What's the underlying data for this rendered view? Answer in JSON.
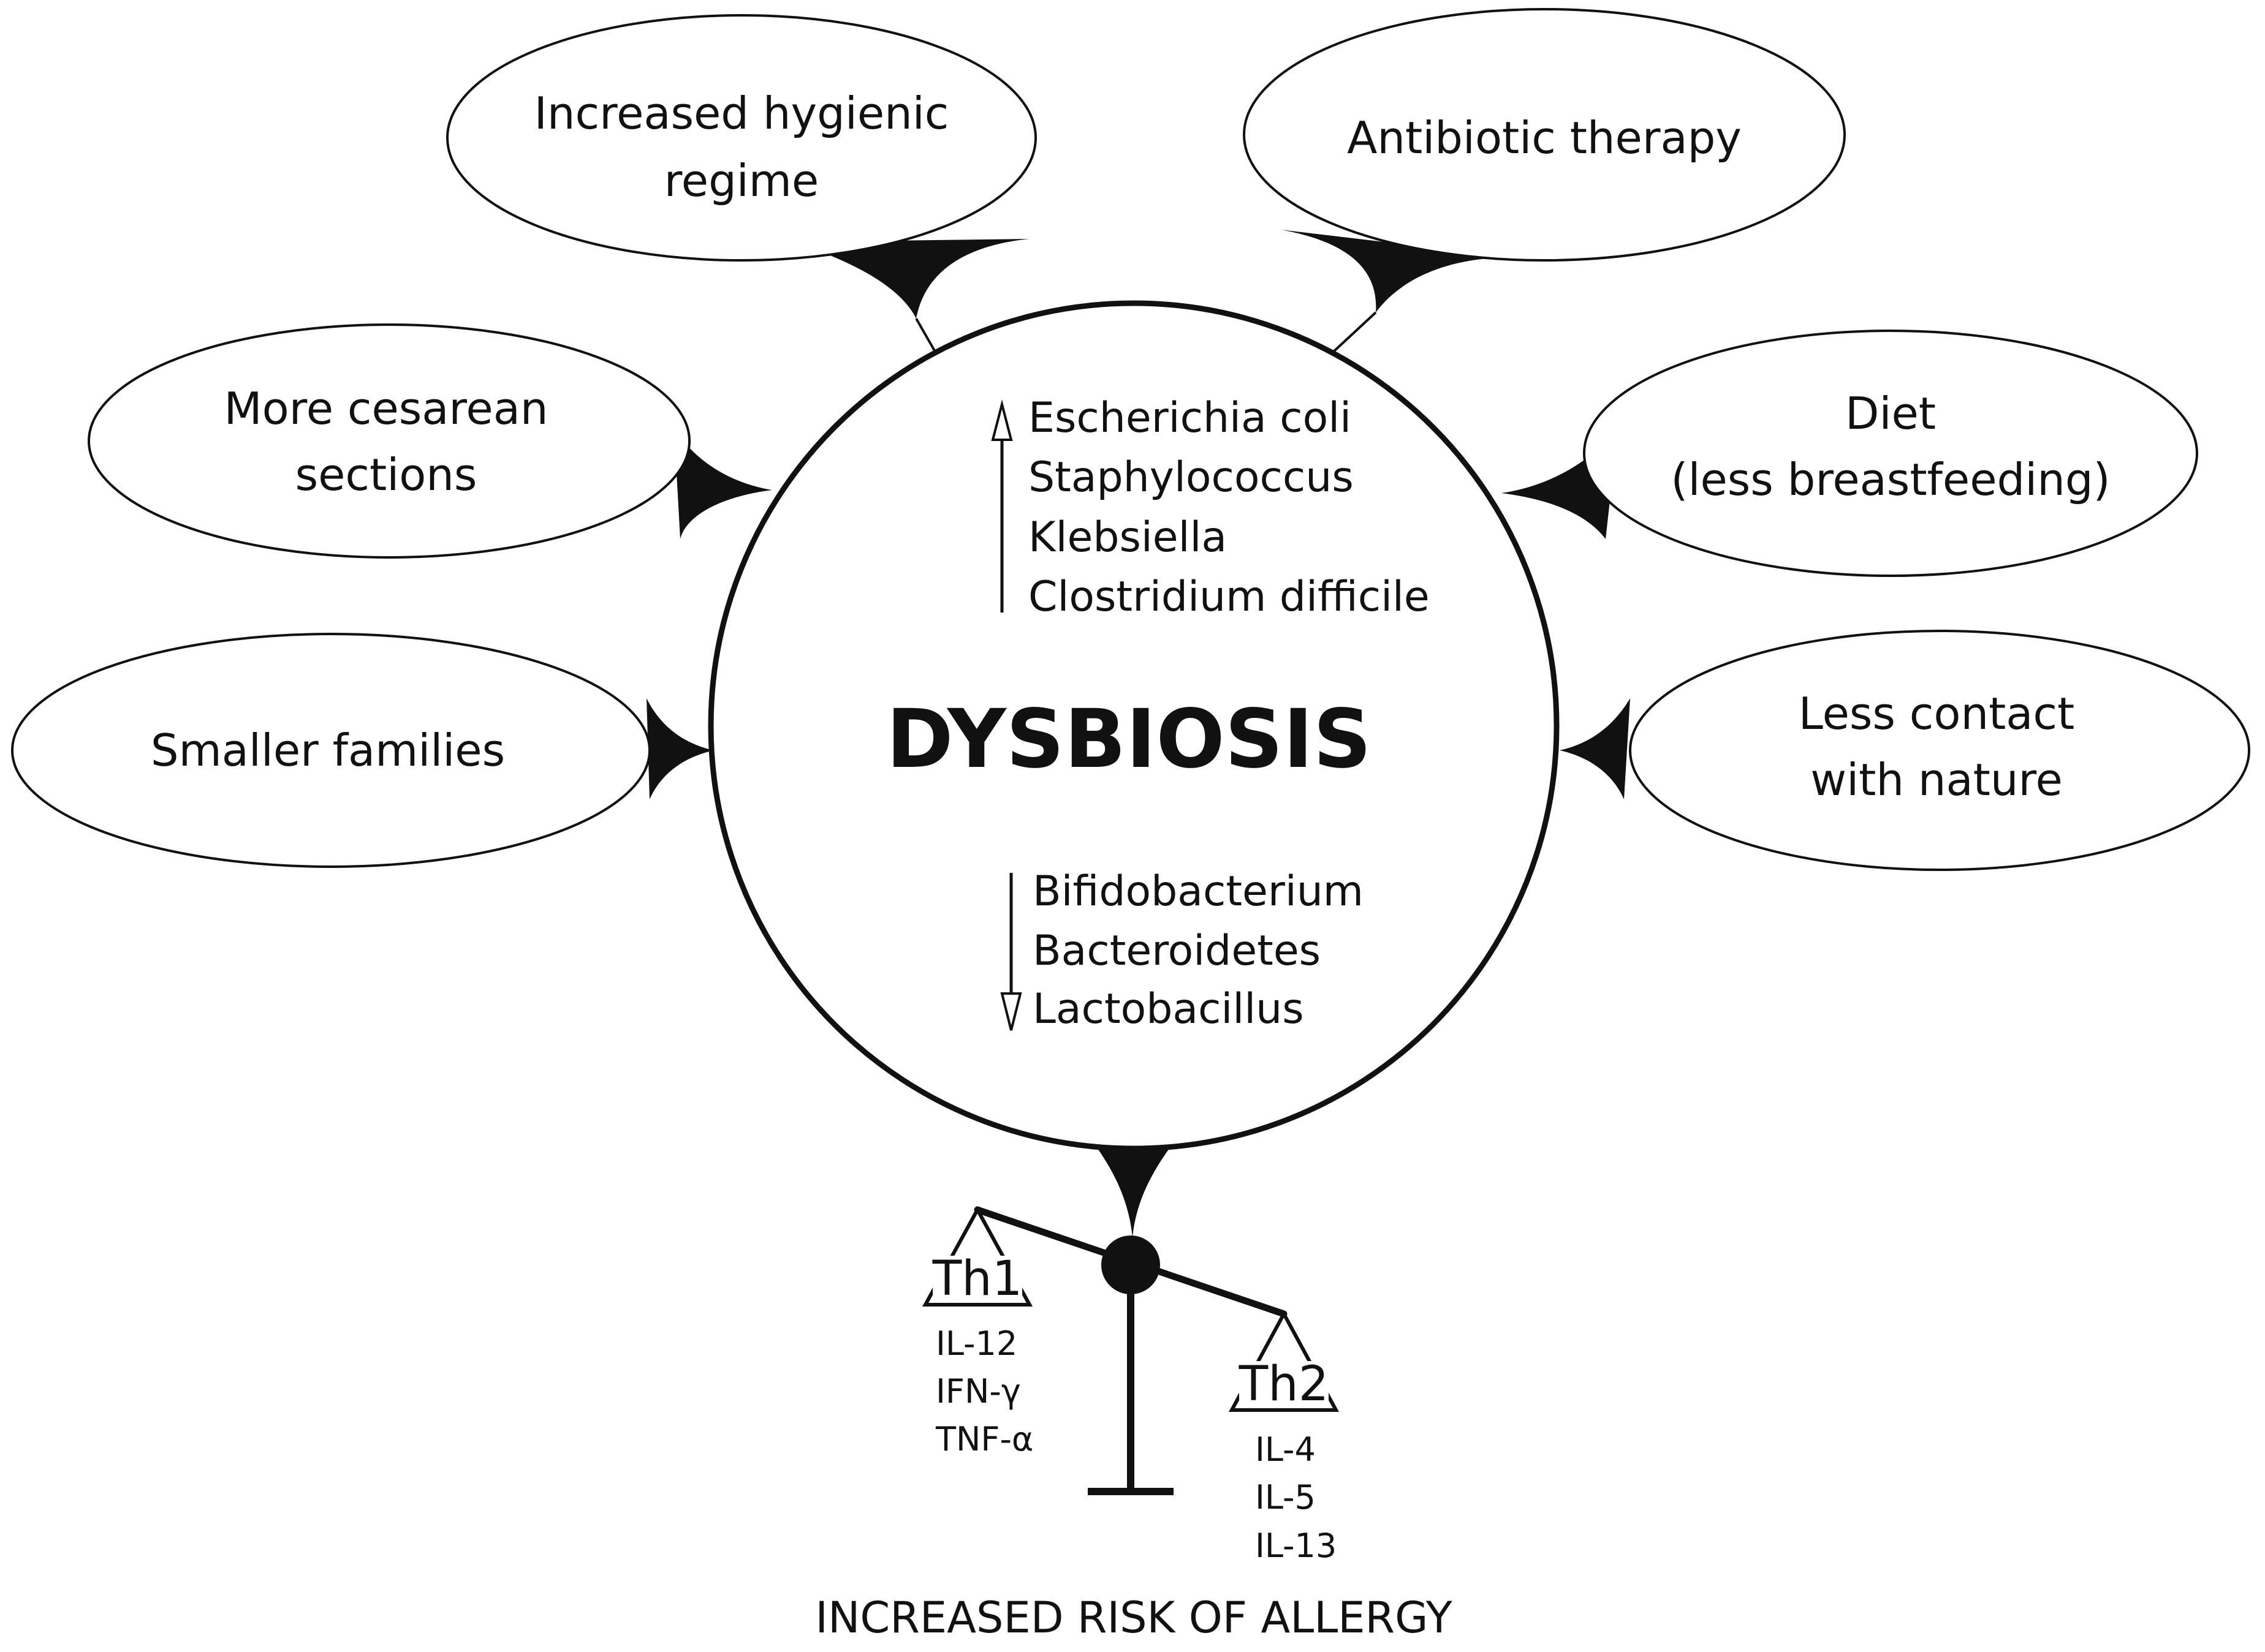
{
  "center": {
    "title": "DYSBIOSIS",
    "increased": [
      "Escherichia coli",
      "Staphylococcus",
      "Klebsiella",
      "Clostridium difficile"
    ],
    "decreased": [
      "Bifidobacterium",
      "Bacteroidetes",
      "Lactobacillus"
    ]
  },
  "factors": {
    "hygiene": [
      "Increased hygienic",
      "regime"
    ],
    "antibiotic": [
      "Antibiotic therapy"
    ],
    "cesarean": [
      "More cesarean",
      "sections"
    ],
    "diet": [
      "Diet",
      "(less breastfeeding)"
    ],
    "families": [
      "Smaller families"
    ],
    "nature": [
      "Less contact",
      "with nature"
    ]
  },
  "balance": {
    "th1": {
      "label": "Th1",
      "cytokines": [
        "IL-12",
        "IFN-γ",
        "TNF-α"
      ]
    },
    "th2": {
      "label": "Th2",
      "cytokines": [
        "IL-4",
        "IL-5",
        "IL-13"
      ]
    }
  },
  "footer": "INCREASED RISK OF ALLERGY",
  "colors": {
    "ink": "#111111",
    "background": "#ffffff"
  }
}
